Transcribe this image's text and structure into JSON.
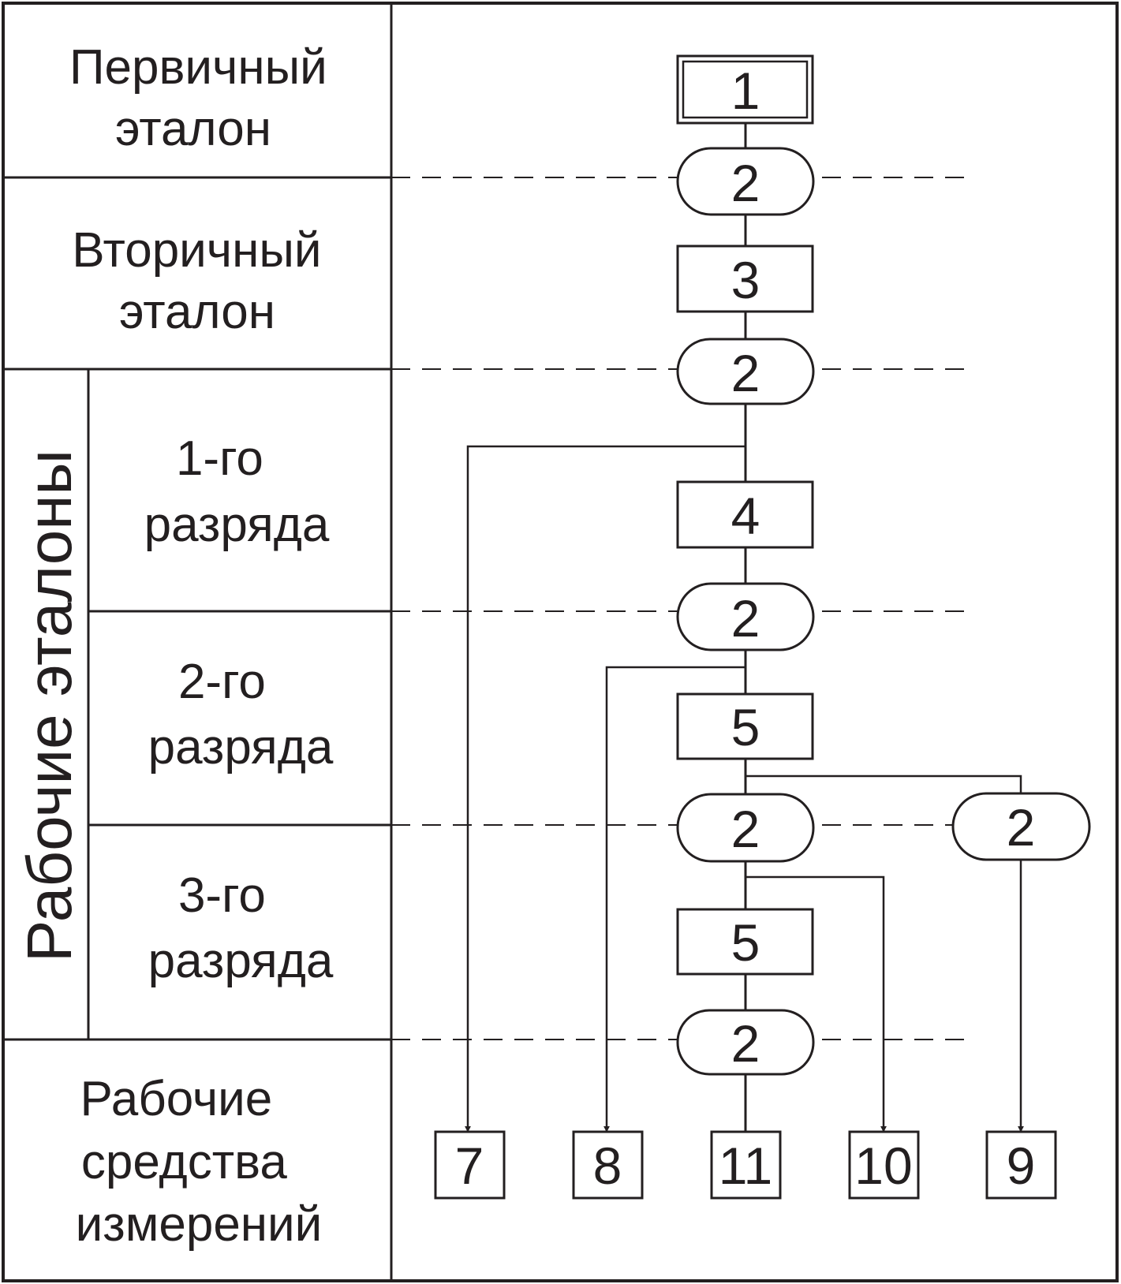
{
  "rows": {
    "primary": [
      "Первичный",
      "эталон"
    ],
    "secondary": [
      "Вторичный",
      "эталон"
    ],
    "working_group": "Рабочие эталоны",
    "rank1": [
      "1-го",
      "разряда"
    ],
    "rank2": [
      "2-го",
      "разряда"
    ],
    "rank3": [
      "3-го",
      "разряда"
    ],
    "instruments": [
      "Рабочие",
      "средства",
      "измерений"
    ]
  },
  "nodes": {
    "primary_standard": "1",
    "method": "2",
    "secondary_standard": "3",
    "rank1_standard": "4",
    "rank2_standard": "5",
    "rank3_standard": "5",
    "instrument_a": "7",
    "instrument_b": "8",
    "instrument_c": "11",
    "instrument_d": "10",
    "instrument_e": "9"
  }
}
